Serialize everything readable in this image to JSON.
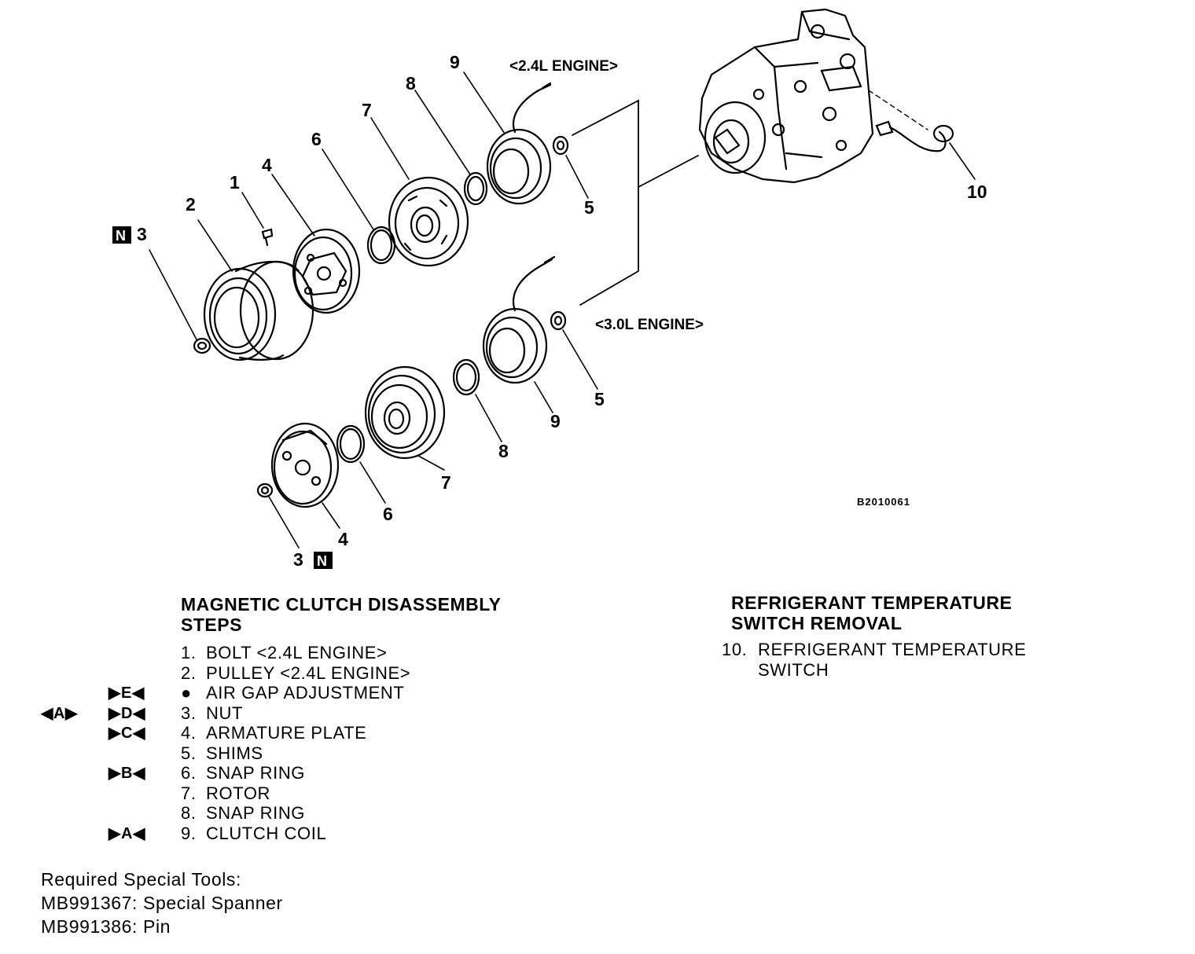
{
  "diagram": {
    "engine_top": "<2.4L ENGINE>",
    "engine_bottom": "<3.0L ENGINE>",
    "figure_code": "B2010061",
    "new_part_mark": "N",
    "callouts": {
      "c1": "1",
      "c2": "2",
      "c3_top": "3",
      "c3_bottom": "3",
      "c4_top": "4",
      "c4_bottom": "4",
      "c5_top": "5",
      "c5_bottom": "5",
      "c6_top": "6",
      "c6_bottom": "6",
      "c7_top": "7",
      "c7_bottom": "7",
      "c8_top": "8",
      "c8_bottom": "8",
      "c9_top": "9",
      "c9_bottom": "9",
      "c10": "10"
    }
  },
  "disassembly": {
    "title_line1": "MAGNETIC CLUTCH DISASSEMBLY",
    "title_line2": "STEPS",
    "steps": [
      {
        "num": "1.",
        "text": "BOLT <2.4L ENGINE>",
        "mark": "",
        "mark2": ""
      },
      {
        "num": "2.",
        "text": "PULLEY <2.4L ENGINE>",
        "mark": "",
        "mark2": ""
      },
      {
        "num": "●",
        "text": "AIR GAP ADJUSTMENT",
        "mark": "▶E◀",
        "mark2": ""
      },
      {
        "num": "3.",
        "text": "NUT",
        "mark": "▶D◀",
        "mark2": "◀A▶"
      },
      {
        "num": "4.",
        "text": "ARMATURE PLATE",
        "mark": "▶C◀",
        "mark2": ""
      },
      {
        "num": "5.",
        "text": "SHIMS",
        "mark": "",
        "mark2": ""
      },
      {
        "num": "6.",
        "text": "SNAP RING",
        "mark": "▶B◀",
        "mark2": ""
      },
      {
        "num": "7.",
        "text": "ROTOR",
        "mark": "",
        "mark2": ""
      },
      {
        "num": "8.",
        "text": "SNAP RING",
        "mark": "",
        "mark2": ""
      },
      {
        "num": "9.",
        "text": "CLUTCH COIL",
        "mark": "▶A◀",
        "mark2": ""
      }
    ]
  },
  "removal": {
    "title_line1": "REFRIGERANT TEMPERATURE",
    "title_line2": "SWITCH REMOVAL",
    "item_num": "10.",
    "item_line1": "REFRIGERANT TEMPERATURE",
    "item_line2": "SWITCH"
  },
  "tools": {
    "heading": "Required Special Tools:",
    "tool1": "MB991367: Special Spanner",
    "tool2": "MB991386: Pin"
  }
}
